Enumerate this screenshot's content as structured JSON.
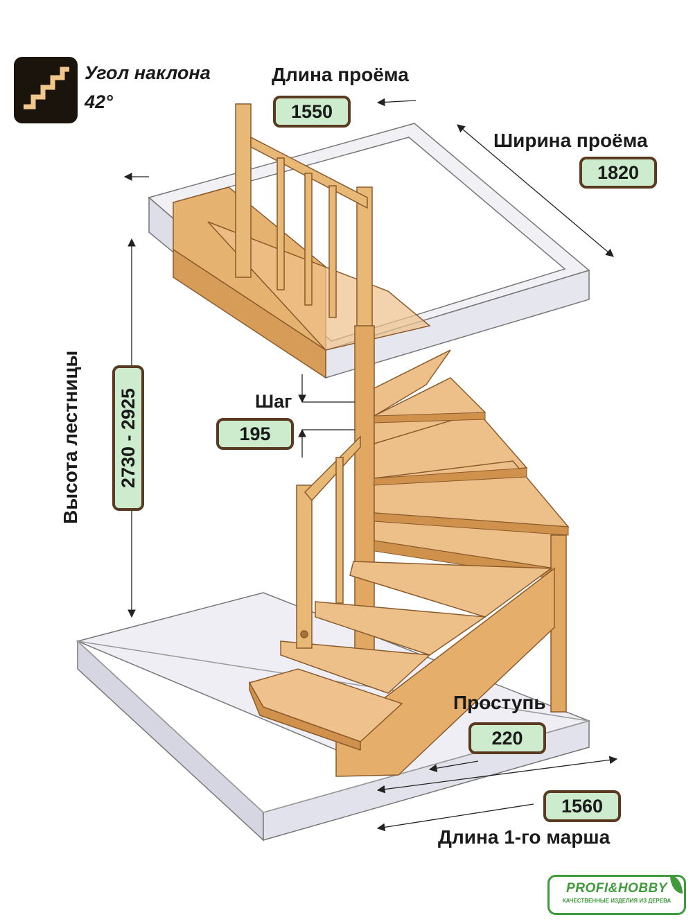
{
  "labels": {
    "angle_title": "Угол наклона",
    "angle_value": "42°",
    "opening_length_title": "Длина проёма",
    "opening_length_value": "1550",
    "opening_width_title": "Ширина проёма",
    "opening_width_value": "1820",
    "height_title": "Высота лестницы",
    "height_value": "2730 - 2925",
    "step_title": "Шаг",
    "step_value": "195",
    "tread_title": "Проступь",
    "tread_value": "220",
    "flight_length_value": "1560",
    "flight_length_title": "Длина 1-го марша"
  },
  "logo": {
    "brand": "PROFI&HOBBY",
    "tagline": "КАЧЕСТВЕННЫЕ ИЗДЕЛИЯ ИЗ ДЕРЕВА",
    "color": "#3e9a3a"
  },
  "colors": {
    "wood": "#e8b877",
    "wood_dark": "#c98f4e",
    "slab": "#e6e6ef",
    "value_box_fill": "#cdeccd",
    "value_box_border": "#5a3a20"
  },
  "icons": [
    "stairs-icon",
    "leaf-icon"
  ]
}
